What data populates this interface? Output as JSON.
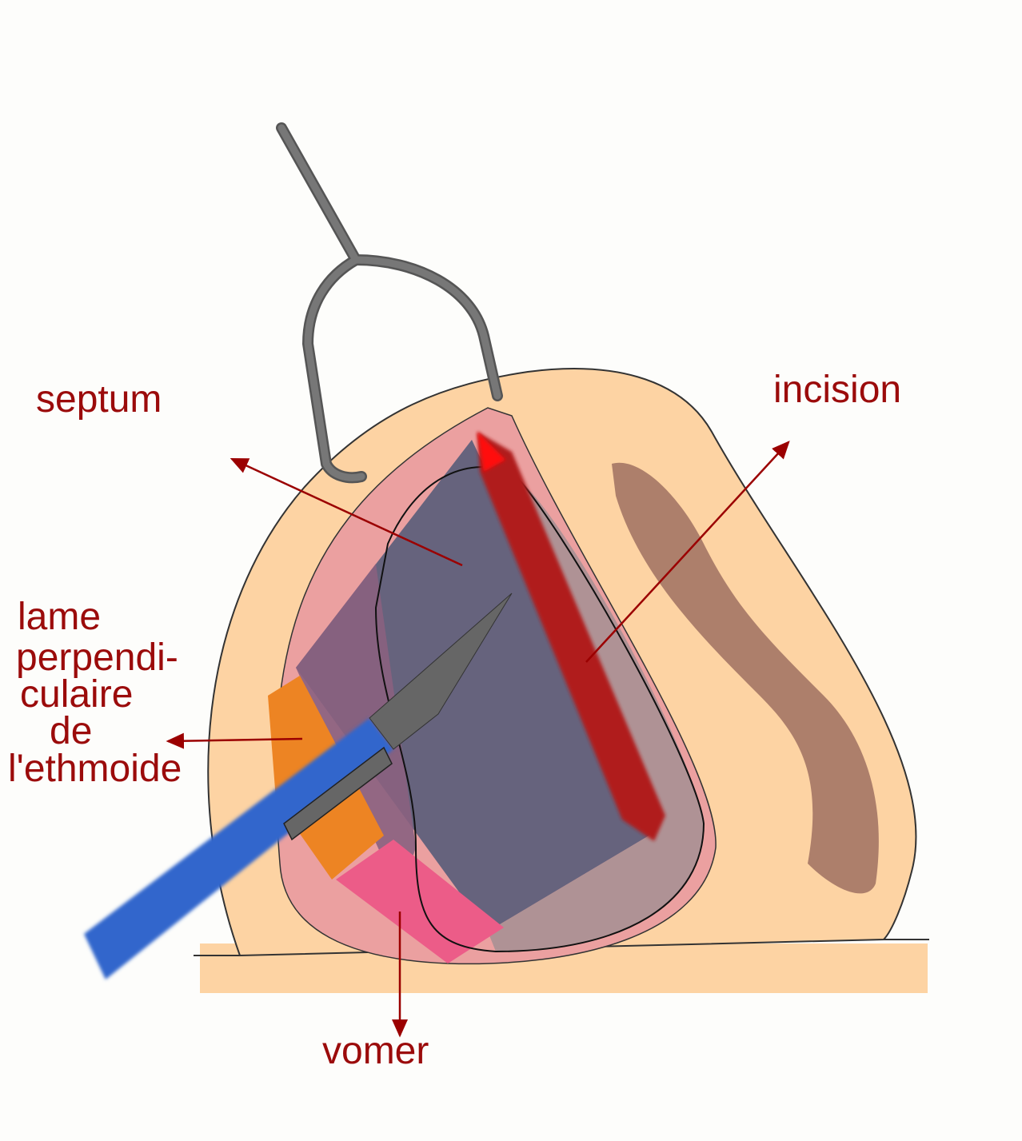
{
  "labels": {
    "septum": "septum",
    "incision": "incision",
    "lame_line1": "lame",
    "lame_line2": "perpendi-",
    "lame_line3": "culaire",
    "lame_line4": "de",
    "lame_line5": "l'ethmoide",
    "vomer": "vomer"
  },
  "colors": {
    "skin": "#fdd3a3",
    "mucosa": "#eba0a0",
    "septum_cartilage": "#66637d",
    "ethmoid_plate": "#ed8423",
    "vomer": "#ec5c88",
    "incision": "#b01c1c",
    "nostril": "#ad7f6b",
    "retractor": "#6e6e6e",
    "scalpel_handle": "#3266cc",
    "label_text": "#9b0b0b"
  },
  "icons": [
    "retractor-icon",
    "scalpel-icon"
  ]
}
